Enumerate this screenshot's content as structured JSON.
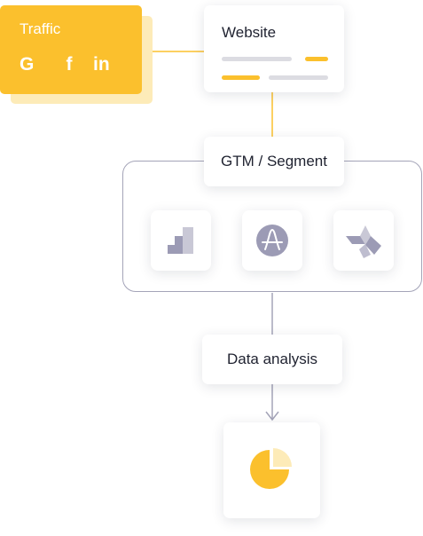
{
  "traffic": {
    "title": "Traffic",
    "icons": [
      {
        "name": "google-icon",
        "glyph": "G"
      },
      {
        "name": "facebook-icon",
        "glyph": "f"
      },
      {
        "name": "linkedin-icon",
        "glyph": "in"
      }
    ]
  },
  "website": {
    "title": "Website"
  },
  "gtm": {
    "label": "GTM / Segment",
    "tools": [
      "bar-steps-icon",
      "amplitude-icon",
      "mixpanel-icon"
    ]
  },
  "analysis": {
    "label": "Data analysis"
  },
  "output": {
    "icon": "pie-chart-icon"
  },
  "colors": {
    "accent": "#fbc02d",
    "accent_light": "#fdebb8",
    "connector": "#a4a4b8",
    "tool_icon": "#9c9bb5"
  }
}
